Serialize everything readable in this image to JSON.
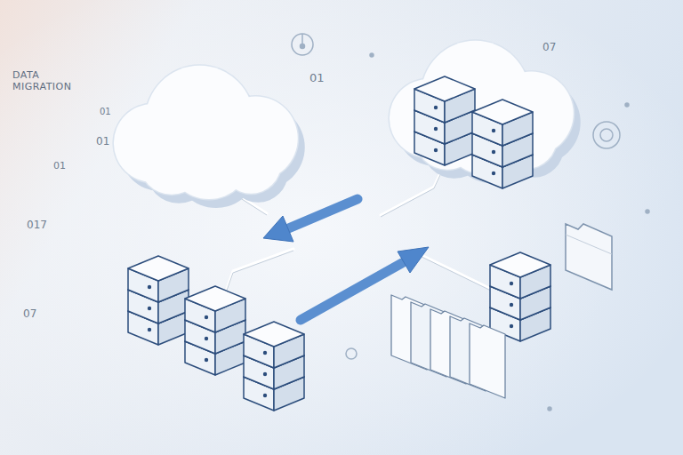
{
  "diagram": {
    "title": "DATA MIGRATION",
    "labels": [
      "01",
      "07",
      "01",
      "01",
      "01",
      "017",
      "07"
    ]
  }
}
